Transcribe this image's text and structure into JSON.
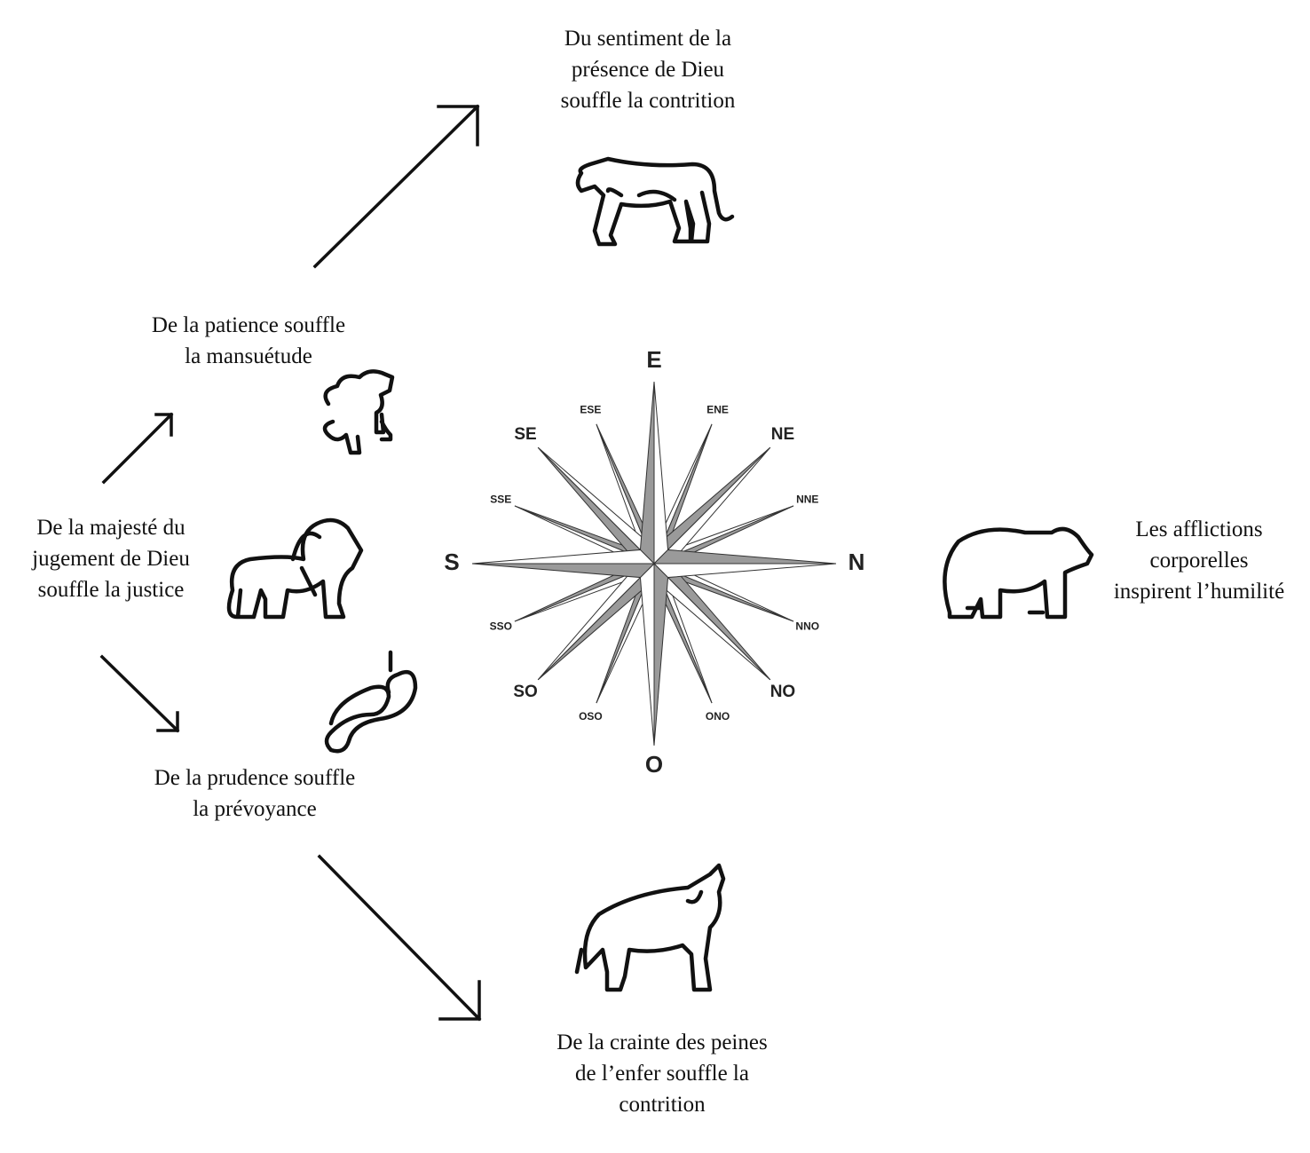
{
  "labels": {
    "top": [
      "Du sentiment de la",
      "présence de Dieu",
      "souffle la contrition"
    ],
    "patience": [
      "De la patience souffle",
      "la mansuétude"
    ],
    "majeste": [
      "De la majesté du",
      "jugement de Dieu",
      "souffle la justice"
    ],
    "prudence": [
      "De la prudence souffle",
      "la prévoyance"
    ],
    "crainte": [
      "De la crainte des peines",
      "de l’enfer souffle la",
      "contrition"
    ],
    "afflictions": [
      "Les afflictions",
      "corporelles",
      "inspirent l’humilité"
    ]
  },
  "compass": {
    "cardinal": [
      "E",
      "N",
      "O",
      "S"
    ],
    "intercardinal": [
      "NE",
      "NO",
      "SO",
      "SE"
    ],
    "minor": [
      "ENE",
      "NNE",
      "NNO",
      "ONO",
      "OSO",
      "SSO",
      "SSE",
      "ESE"
    ],
    "colors": {
      "shade": "#9a9a9a",
      "light": "#ffffff",
      "stroke": "#333333"
    }
  },
  "icons": [
    "tiger-icon",
    "sheep-icon",
    "lion-icon",
    "snake-icon",
    "bear-icon",
    "wolf-icon"
  ]
}
